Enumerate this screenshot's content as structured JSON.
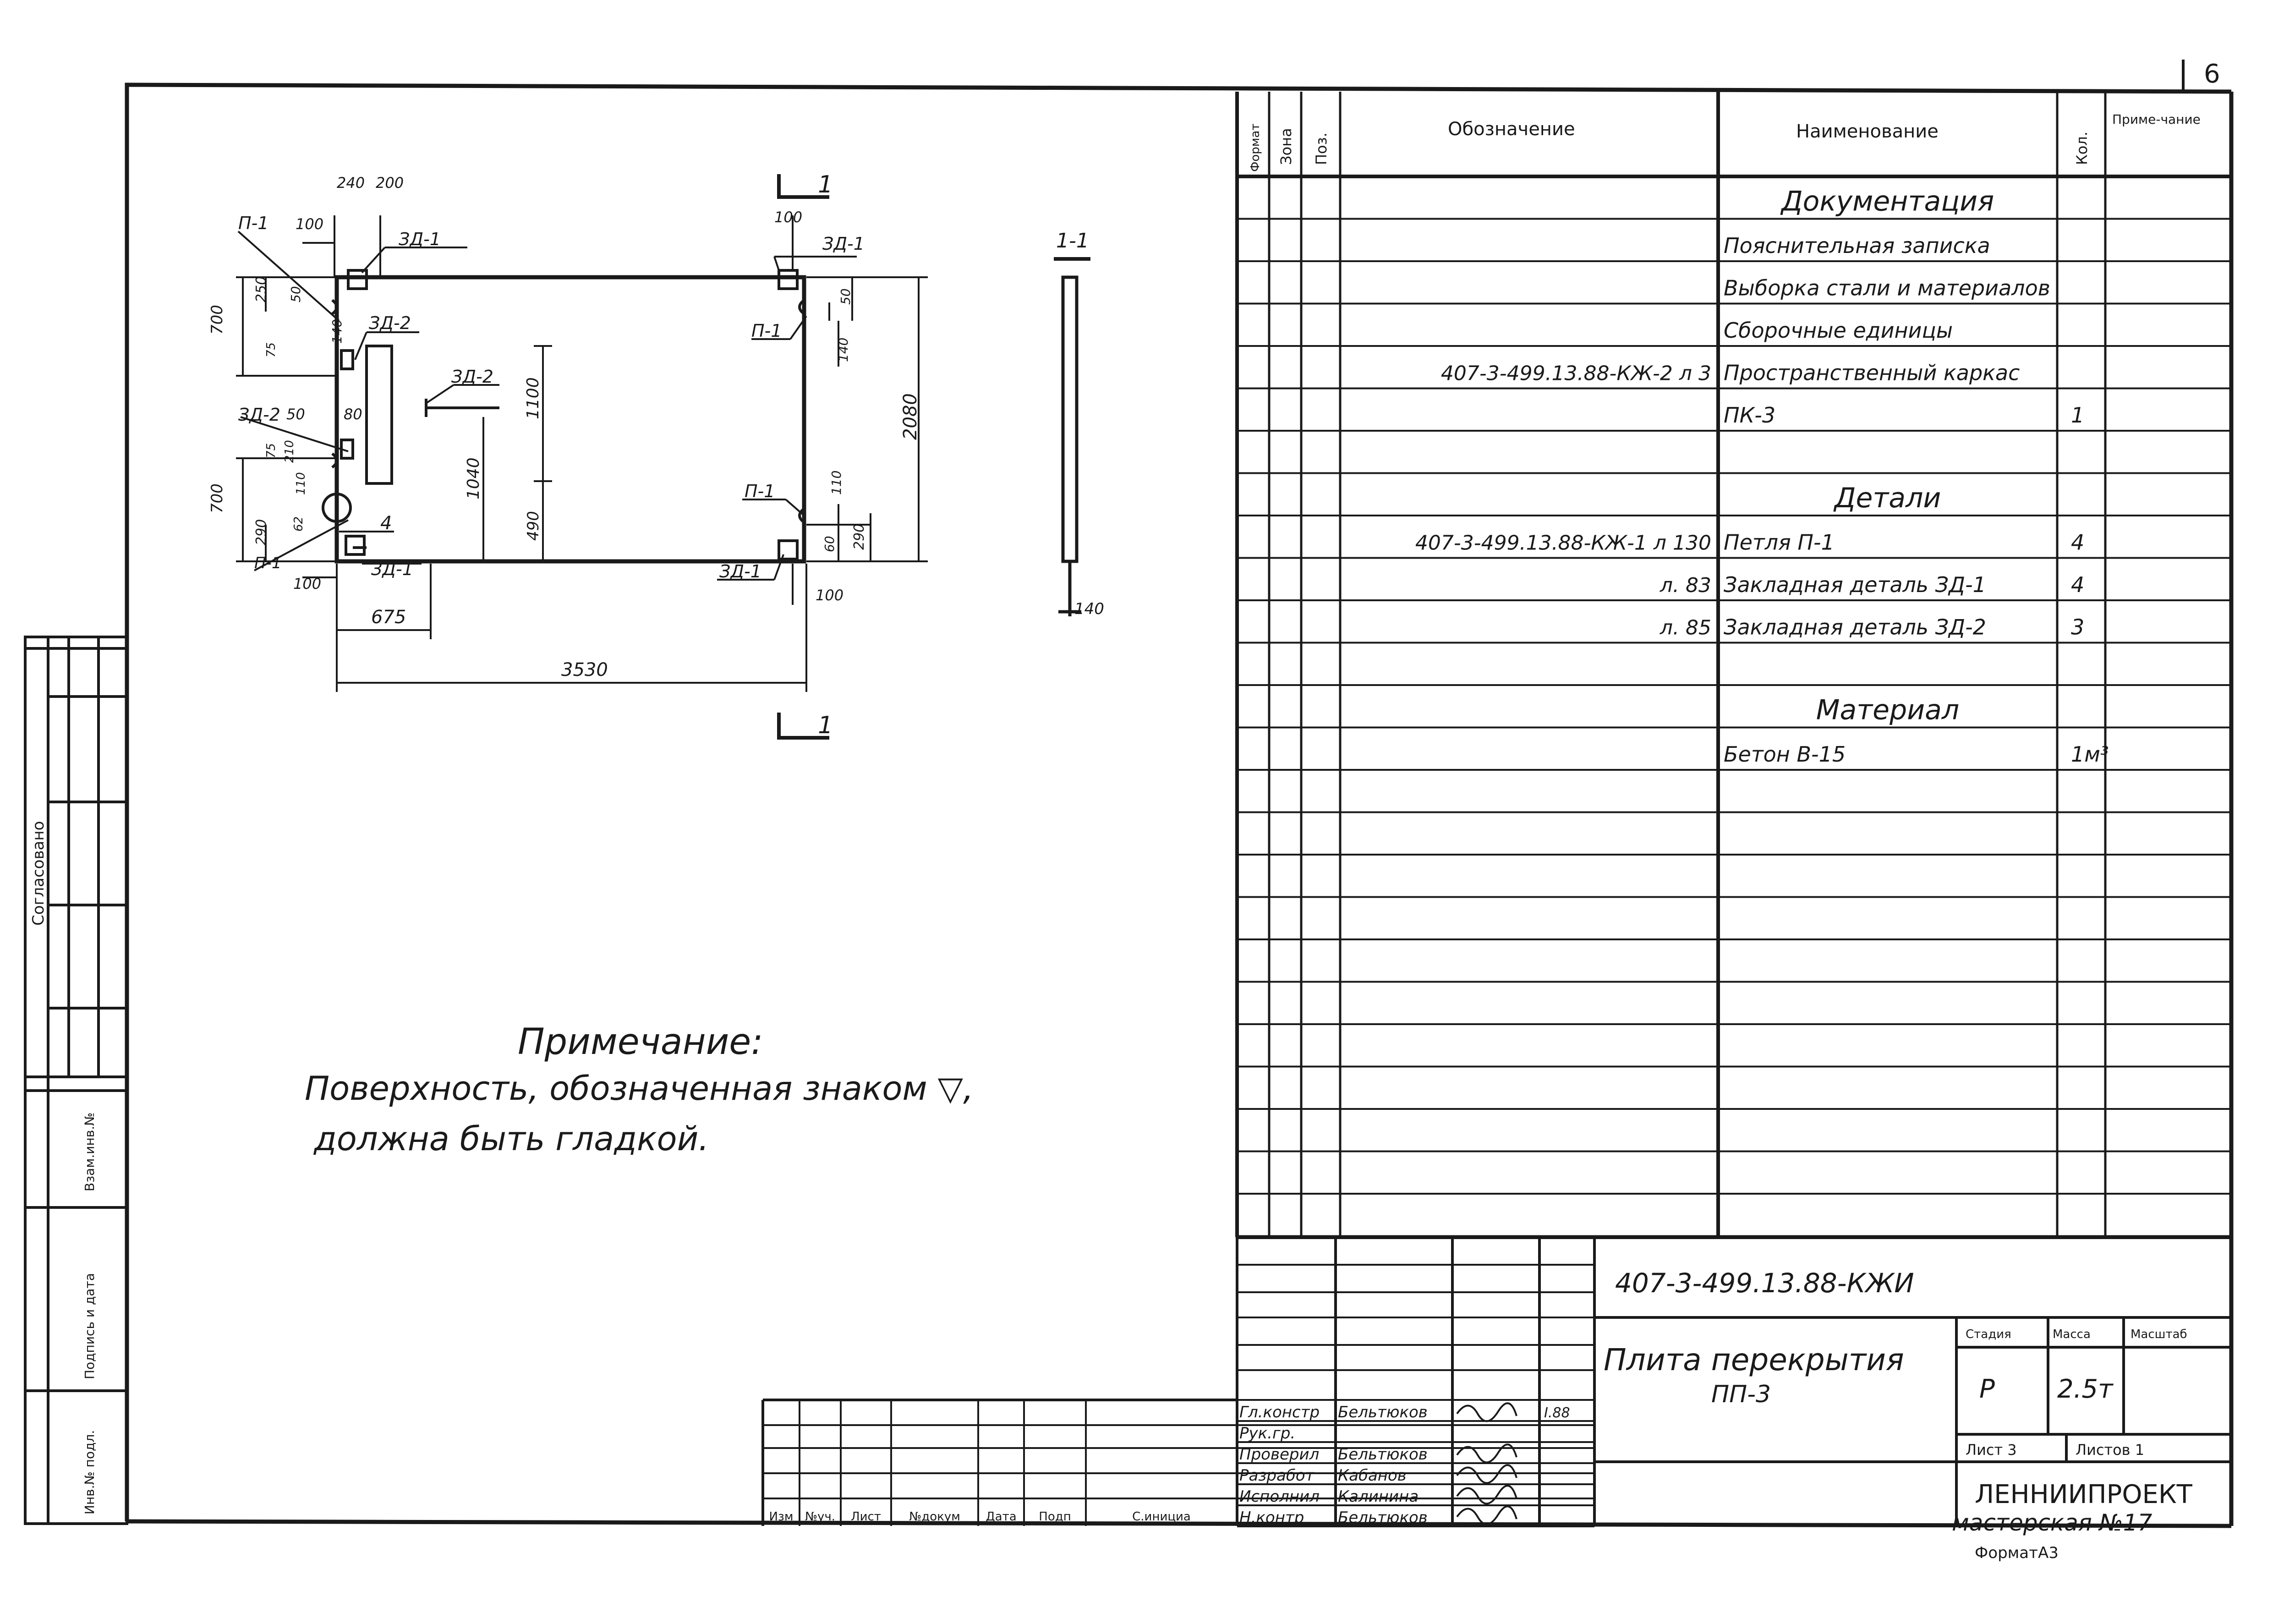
{
  "sheet": {
    "number": "6",
    "format": "ФорматА3",
    "agreed": "Согласовано"
  },
  "left_strip": {
    "inv_replace": "Взам.инв.№",
    "sign_date": "Подпись и дата",
    "inv_orig": "Инв.№ подл."
  },
  "spec": {
    "headers": {
      "format": "Формат",
      "zone": "Зона",
      "pos": "Поз.",
      "designation": "Обозначение",
      "name": "Наименование",
      "qty": "Кол.",
      "note": "Приме-чание"
    },
    "rows": [
      {
        "designation": "",
        "name": "Документация",
        "qty": "",
        "section": true
      },
      {
        "designation": "",
        "name": "Пояснительная записка",
        "qty": ""
      },
      {
        "designation": "",
        "name": "Выборка стали и материалов",
        "qty": ""
      },
      {
        "designation": "",
        "name": "Сборочные единицы",
        "qty": ""
      },
      {
        "designation": "407-3-499.13.88-КЖ-2 л 3",
        "name": "Пространственный каркас",
        "qty": ""
      },
      {
        "designation": "",
        "name": "ПК-3",
        "qty": "1"
      },
      {
        "designation": "",
        "name": "",
        "qty": ""
      },
      {
        "designation": "",
        "name": "Детали",
        "qty": "",
        "section": true
      },
      {
        "designation": "407-3-499.13.88-КЖ-1 л 130",
        "name": "Петля П-1",
        "qty": "4"
      },
      {
        "designation": "л. 83",
        "name": "Закладная деталь ЗД-1",
        "qty": "4"
      },
      {
        "designation": "л. 85",
        "name": "Закладная деталь ЗД-2",
        "qty": "3"
      },
      {
        "designation": "",
        "name": "",
        "qty": ""
      },
      {
        "designation": "",
        "name": "Материал",
        "qty": "",
        "section": true
      },
      {
        "designation": "",
        "name": "Бетон В-15",
        "qty": "1м³"
      }
    ]
  },
  "note": {
    "title": "Примечание:",
    "line1": "Поверхность, обозначенная знаком ▽,",
    "line2": "должна быть гладкой."
  },
  "drawing": {
    "section_mark": "1",
    "section_label": "1-1",
    "dims": {
      "d3530": "3530",
      "d675": "675",
      "d2080": "2080",
      "d1100": "1100",
      "d1040": "1040",
      "d490": "490",
      "d100": "100",
      "d240": "240",
      "d200": "200",
      "d700": "700",
      "d250": "250",
      "d290": "290",
      "d50": "50",
      "d80": "80",
      "d140": "140",
      "d110": "110",
      "d60": "60",
      "d75": "75",
      "d62": "62",
      "d210": "210"
    },
    "labels": {
      "zd1": "ЗД-1",
      "zd2": "ЗД-2",
      "p1": "П-1",
      "pos4": "4"
    }
  },
  "title_block": {
    "code": "407-3-499.13.88-КЖИ",
    "title1": "Плита перекрытия",
    "title2": "ПП-3",
    "stage_label": "Стадия",
    "mass_label": "Масса",
    "scale_label": "Масштаб",
    "stage": "Р",
    "mass": "2.5т",
    "sheet_label": "Лист 3",
    "sheets_label": "Листов 1",
    "org1": "ЛЕННИИПРОЕКТ",
    "org2": "мастерская №17",
    "roles": [
      "Гл.констр",
      "Рук.гр.",
      "Проверил",
      "Разработ",
      "Исполнил",
      "Н.контр"
    ],
    "names": [
      "Бельтюков",
      "",
      "Бельтюков",
      "Кабанов",
      "Калинина",
      "Бельтюков"
    ],
    "dates": [
      "I.88",
      "",
      "",
      "",
      "",
      ""
    ],
    "rev_headers": [
      "Изм",
      "№уч.",
      "Лист",
      "№докум",
      "Дата",
      "Подп",
      "С.инициа"
    ]
  }
}
